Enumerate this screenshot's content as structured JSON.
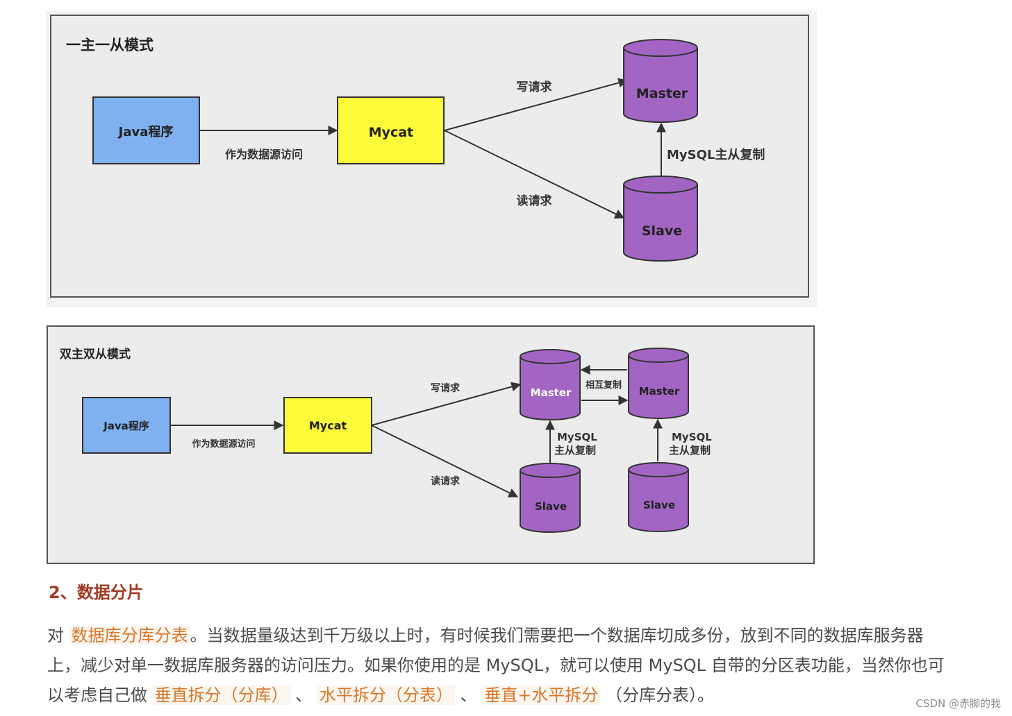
{
  "diagram1": {
    "title": "一主一从模式",
    "java_label": "Java程序",
    "datasource_label": "作为数据源访问",
    "mycat_label": "Mycat",
    "write_label": "写请求",
    "read_label": "读请求",
    "master_label": "Master",
    "slave_label": "Slave",
    "replication_label": "MySQL主从复制"
  },
  "diagram2": {
    "title": "双主双从模式",
    "java_label": "Java程序",
    "datasource_label": "作为数据源访问",
    "mycat_label": "Mycat",
    "write_label": "写请求",
    "read_label": "读请求",
    "master1_label": "Master",
    "master2_label": "Master",
    "mutual_label": "相互复制",
    "slave1_label": "Slave",
    "slave2_label": "Slave",
    "repl1_line1": "MySQL",
    "repl1_line2": "主从复制",
    "repl2_line1": "MySQL",
    "repl2_line2": "主从复制"
  },
  "section": {
    "heading": "2、数据分片",
    "p_prefix": "对",
    "p_hl1": "数据库分库分表",
    "p_mid": "。当数据量级达到千万级以上时，有时候我们需要把一个数据库切成多份，放到不同的数据库服务器上，减少对单一数据库服务器的访问压力。如果你使用的是 MySQL，就可以使用 MySQL 自带的分区表功能，当然你也可以考虑自己做",
    "p_hl2": "垂直拆分（分库）",
    "p_sep1": "、",
    "p_hl3": "水平拆分（分表）",
    "p_sep2": "、",
    "p_hl4": "垂直+水平拆分",
    "p_suffix": "（分库分表）。"
  },
  "watermark": "CSDN @赤脚的我",
  "colors": {
    "java_box": "#7fb0f0",
    "mycat_box": "#fbfb3a",
    "db_cylinder": "#a365c4",
    "panel_bg": "#ececec",
    "heading": "#a23a24",
    "highlight": "#d9772b"
  }
}
